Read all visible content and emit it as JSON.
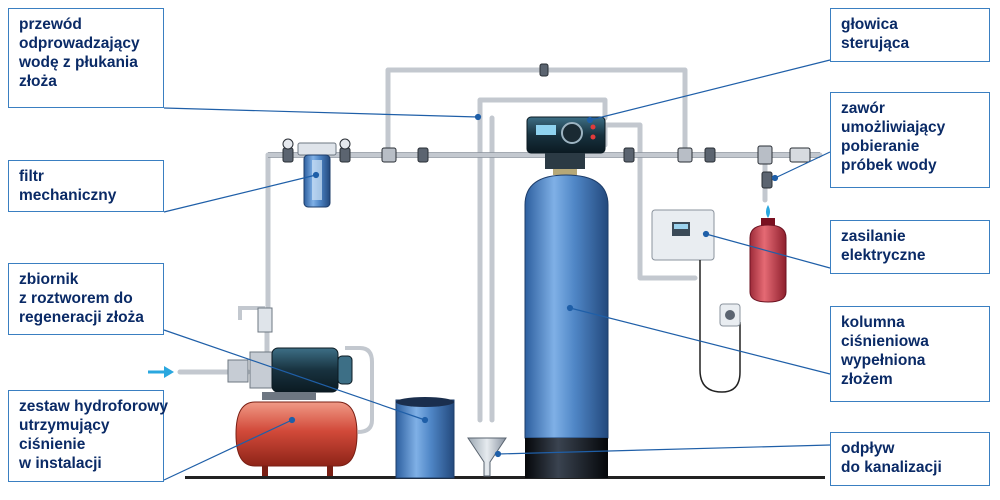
{
  "labels": {
    "backwash_line": [
      "przewód",
      "odprowadzający",
      "wodę z płukania",
      "złoża"
    ],
    "mechanical_filter": [
      "filtr",
      "mechaniczny"
    ],
    "brine_tank": [
      "zbiornik",
      "z roztworem do",
      "regeneracji złoża"
    ],
    "booster_set": [
      "zestaw hydroforowy",
      "utrzymujący",
      "ciśnienie",
      "w instalacji"
    ],
    "control_head": [
      "głowica",
      "sterująca"
    ],
    "sampling_valve": [
      "zawór",
      "umożliwiający",
      "pobieranie",
      "próbek wody"
    ],
    "power_supply": [
      "zasilanie",
      "elektryczne"
    ],
    "pressure_column": [
      "kolumna",
      "ciśnieniowa",
      "wypełniona",
      "złożem"
    ],
    "drain": [
      "odpływ",
      "do kanalizacji"
    ]
  },
  "colors": {
    "label_border": "#3a7fc1",
    "label_text": "#0a2a66",
    "leader_line": "#1f5fa8",
    "pipe": "#c8ccd2",
    "column_blue": "#4f86c6",
    "tank_red": "#d24a3a",
    "inlet_arrow": "#2aa7df"
  },
  "icons": {
    "inlet_arrow": "inlet-arrow-icon",
    "outlet_tap": "water-drop-icon"
  }
}
